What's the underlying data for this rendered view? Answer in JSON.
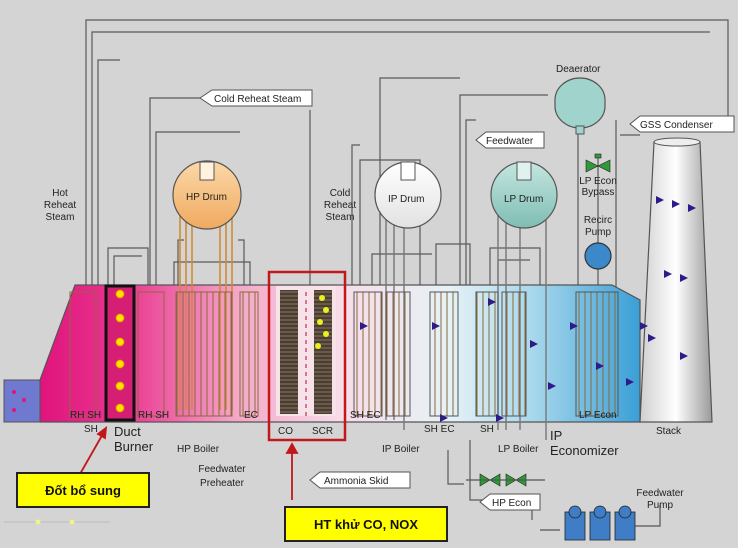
{
  "labels": {
    "hot_reheat_steam": [
      "Hot",
      "Reheat",
      "Steam"
    ],
    "cold_reheat_steam": "Cold Reheat Steam",
    "cold_reheat_left": [
      "Cold",
      "Reheat",
      "Steam"
    ],
    "hp_drum": "HP Drum",
    "ip_drum": "IP Drum",
    "lp_drum": "LP Drum",
    "deaerator": "Deaerator",
    "feedwater_top": "Feedwater",
    "gss_condenser": "GSS Condenser",
    "lp_econ_bypass": [
      "LP Econ",
      "Bypass"
    ],
    "recirc_pump": [
      "Recirc",
      "Pump"
    ],
    "rh_sh_left": "RH SH",
    "sh_left": "SH",
    "duct_burner": [
      "Duct",
      "Burner"
    ],
    "rh_sh_mid": "RH SH",
    "hp_boiler": "HP Boiler",
    "ec_left": "EC",
    "co": "CO",
    "scr": "SCR",
    "sh_ec_mid": "SH EC",
    "ip_boiler": "IP Boiler",
    "sh_ec_right": "SH EC",
    "sh_right": "SH",
    "lp_boiler": "LP Boiler",
    "lp_econ": "LP Econ",
    "stack": "Stack",
    "ip_economizer": [
      "IP",
      "Economizer"
    ],
    "feedwater_preheater": [
      "Feedwater",
      "Preheater"
    ],
    "ammonia_skid": "Ammonia Skid",
    "hp_econ": "HP Econ",
    "feedwater_pump": [
      "Feedwater",
      "Pump"
    ]
  },
  "callouts": {
    "supplementary_firing": "Đốt bổ sung",
    "co_nox_removal": "HT khử CO, NOX"
  },
  "colors": {
    "gas_hot": "#e0137c",
    "gas_mid": "#f4b9d2",
    "gas_cool": "#d9eef4",
    "gas_cold": "#3fa6d8",
    "hp_drum": "#f6c48a",
    "lp_drum": "#9ecfc7",
    "deaerator": "#9fd3cc",
    "highlight_red": "#c0181b",
    "callout_yellow": "#ffff00"
  }
}
